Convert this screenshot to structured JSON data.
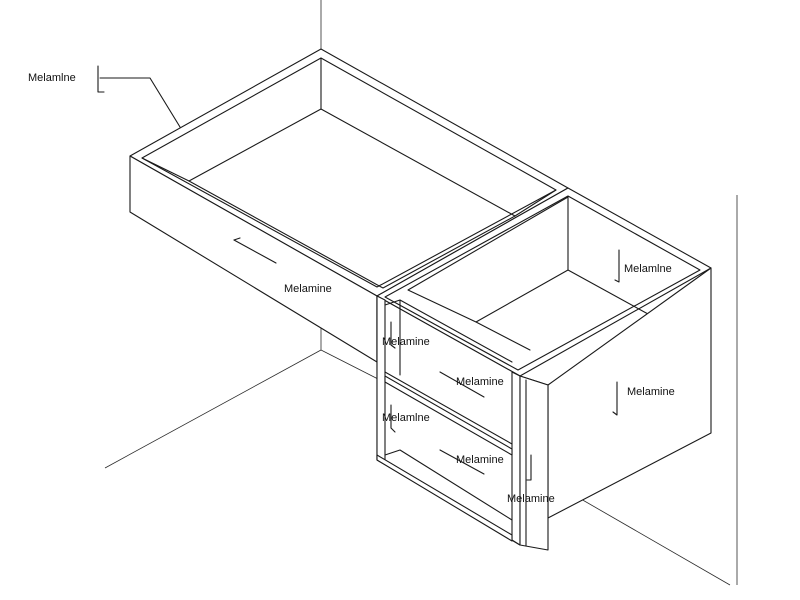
{
  "labels": {
    "top_left": "Melamlne",
    "top_drawer_front": "Melamine",
    "right_cabinet_back": "Melamlne",
    "right_cabinet_side": "Melamine",
    "shelf_upper_left": "Melamine",
    "shelf_upper_bottom": "Melamine",
    "shelf_lower_left": "Melamlne",
    "shelf_lower_bottom": "Melamine",
    "front_panel": "Melamine"
  }
}
